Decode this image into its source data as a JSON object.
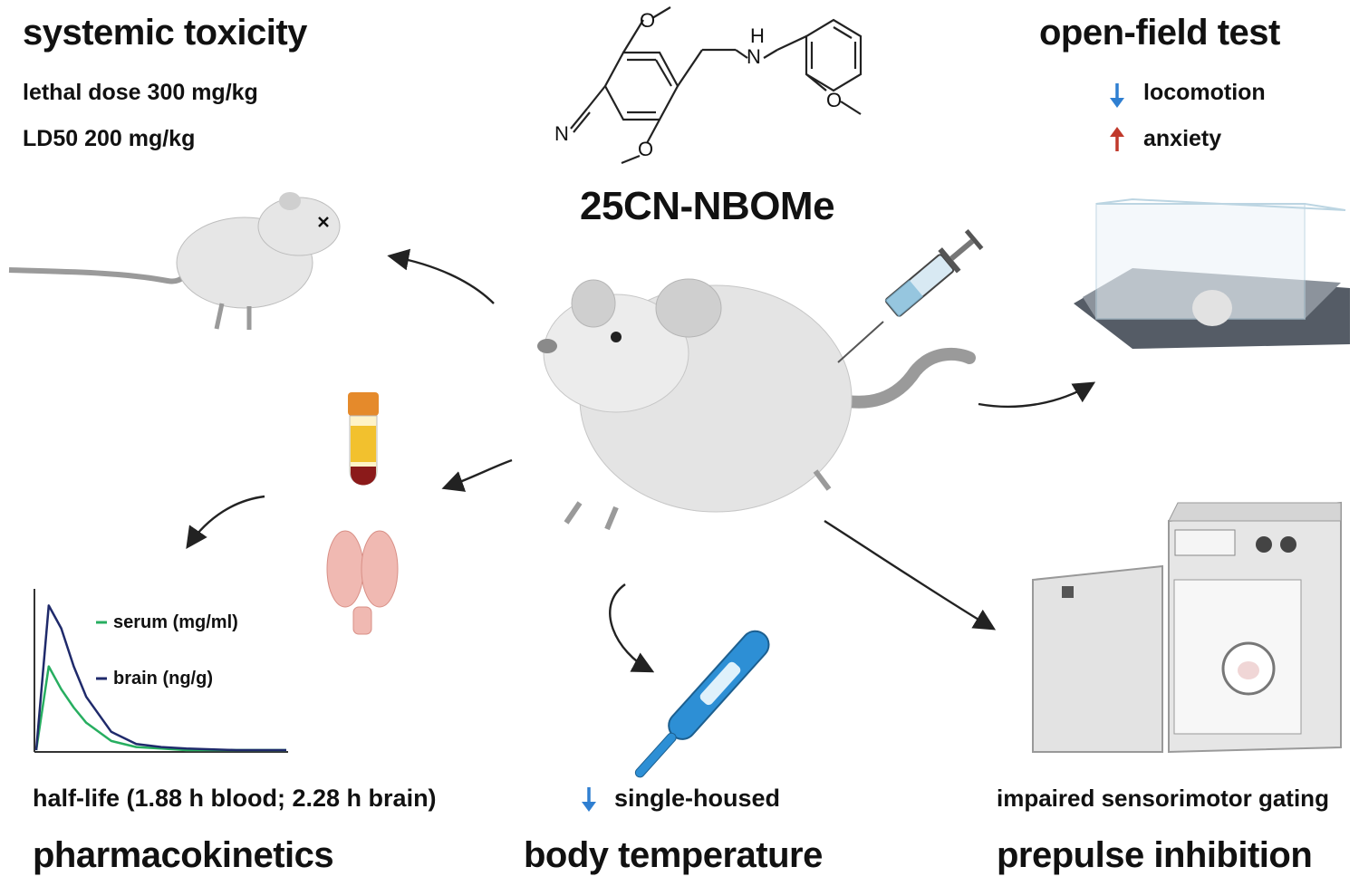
{
  "compound": {
    "name": "25CN-NBOMe",
    "structure_labels": [
      "H",
      "N",
      "N",
      "O",
      "O",
      "O"
    ]
  },
  "systemic_toxicity": {
    "title": "systemic toxicity",
    "lines": [
      "lethal dose 300 mg/kg",
      "LD50 200 mg/kg"
    ]
  },
  "open_field": {
    "title": "open-field test",
    "items": [
      {
        "direction": "down",
        "color": "#2f7fd1",
        "label": "locomotion"
      },
      {
        "direction": "up",
        "color": "#c0392b",
        "label": "anxiety"
      }
    ]
  },
  "pharmacokinetics": {
    "title": "pharmacokinetics",
    "note": "half-life (1.88 h blood; 2.28 h brain)",
    "chart_data": {
      "type": "line",
      "title": "",
      "xlabel": "",
      "ylabel": "",
      "grid": false,
      "legend_position": "top-right",
      "x": [
        0,
        0.5,
        1,
        1.5,
        2,
        3,
        4,
        5,
        6,
        8,
        10
      ],
      "series": [
        {
          "name": "serum (mg/ml)",
          "color": "#27ae60",
          "values": [
            0,
            0.55,
            0.4,
            0.28,
            0.18,
            0.06,
            0.02,
            0.01,
            0,
            0,
            0
          ]
        },
        {
          "name": "brain (ng/g)",
          "color": "#1f2a6b",
          "values": [
            0,
            0.95,
            0.8,
            0.55,
            0.35,
            0.12,
            0.04,
            0.02,
            0.01,
            0,
            0
          ]
        }
      ]
    }
  },
  "body_temperature": {
    "title": "body temperature",
    "note_direction": "down",
    "note_color": "#2f7fd1",
    "note": "single-housed"
  },
  "prepulse": {
    "title": "prepulse inhibition",
    "note": "impaired sensorimotor gating"
  },
  "icons": [
    "dead-mouse-icon",
    "blood-tube-icon",
    "brain-icon",
    "rat-icon",
    "syringe-icon",
    "open-field-box-icon",
    "thermometer-icon",
    "startle-chamber-icon"
  ]
}
